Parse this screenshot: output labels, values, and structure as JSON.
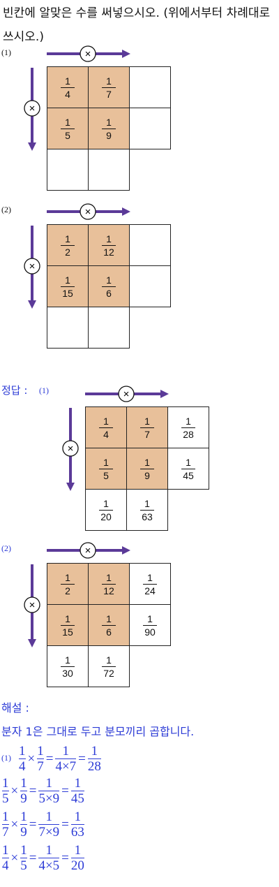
{
  "problem": {
    "text": "빈칸에 알맞은 수를 써넣으시오. (위에서부터 차례대로 쓰시오.)",
    "op_symbol": "×"
  },
  "figures": [
    {
      "label": "(1)",
      "cells": [
        [
          "1",
          "4"
        ],
        [
          "1",
          "7"
        ],
        null,
        [
          "1",
          "5"
        ],
        [
          "1",
          "9"
        ],
        null,
        null,
        null
      ]
    },
    {
      "label": "(2)",
      "cells": [
        [
          "1",
          "2"
        ],
        [
          "1",
          "12"
        ],
        null,
        [
          "1",
          "15"
        ],
        [
          "1",
          "6"
        ],
        null,
        null,
        null
      ]
    }
  ],
  "answer": {
    "heading": "정답 :",
    "figures": [
      {
        "label": "(1)",
        "cells": [
          [
            "1",
            "4"
          ],
          [
            "1",
            "7"
          ],
          [
            "1",
            "28"
          ],
          [
            "1",
            "5"
          ],
          [
            "1",
            "9"
          ],
          [
            "1",
            "45"
          ],
          [
            "1",
            "20"
          ],
          [
            "1",
            "63"
          ]
        ]
      },
      {
        "label": "(2)",
        "cells": [
          [
            "1",
            "2"
          ],
          [
            "1",
            "12"
          ],
          [
            "1",
            "24"
          ],
          [
            "1",
            "15"
          ],
          [
            "1",
            "6"
          ],
          [
            "1",
            "90"
          ],
          [
            "1",
            "30"
          ],
          [
            "1",
            "72"
          ]
        ]
      }
    ]
  },
  "explanation": {
    "heading": "해설 :",
    "text": "분자 1은 그대로 두고 분모끼리 곱합니다.",
    "label": "(1)",
    "equations": [
      {
        "a": [
          "1",
          "4"
        ],
        "b": [
          "1",
          "7"
        ],
        "prod": [
          "1",
          "4×7"
        ],
        "res": [
          "1",
          "28"
        ]
      },
      {
        "a": [
          "1",
          "5"
        ],
        "b": [
          "1",
          "9"
        ],
        "prod": [
          "1",
          "5×9"
        ],
        "res": [
          "1",
          "45"
        ]
      },
      {
        "a": [
          "1",
          "7"
        ],
        "b": [
          "1",
          "9"
        ],
        "prod": [
          "1",
          "7×9"
        ],
        "res": [
          "1",
          "63"
        ]
      },
      {
        "a": [
          "1",
          "4"
        ],
        "b": [
          "1",
          "5"
        ],
        "prod": [
          "1",
          "4×5"
        ],
        "res": [
          "1",
          "20"
        ]
      }
    ]
  },
  "colors": {
    "shade": "#e8c09a",
    "arrow": "#5b3a98",
    "answer_text": "#2c3bd6"
  }
}
